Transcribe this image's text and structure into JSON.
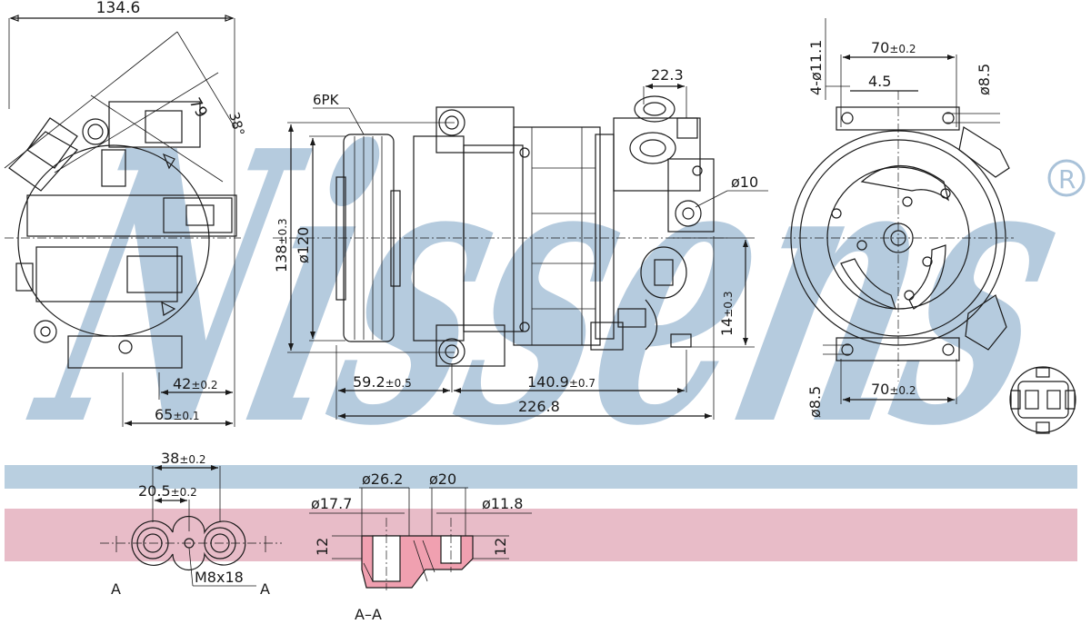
{
  "brand": {
    "watermark": "Nissens",
    "trademark": "®"
  },
  "colors": {
    "watermark": "#a9c2d9",
    "band_blue": "#b9cfe0",
    "band_pink": "#e8bcc8",
    "line": "#1a1a1a",
    "section_fill": "#f0a0b0"
  },
  "icons": {
    "registered": "registered-trademark-icon"
  },
  "side_view": {
    "width_top": "134.6",
    "angle_79": "79",
    "angle_38": "38°",
    "offset_42": "42",
    "offset_42_tol": "±0.2",
    "offset_65": "65",
    "offset_65_tol": "±0.1"
  },
  "front_view": {
    "pulley_label": "6PK",
    "height_138": "138",
    "height_138_tol": "±0.3",
    "pulley_dia": "ø120",
    "port_22_3": "22.3",
    "hole_dia_10": "ø10",
    "height_14": "14",
    "height_14_tol": "±0.3",
    "len_59_2": "59.2",
    "len_59_2_tol": "±0.5",
    "len_140_9": "140.9",
    "len_140_9_tol": "±0.7",
    "len_226_8": "226.8"
  },
  "end_view": {
    "holes_4": "4-ø11.1",
    "top_70": "70",
    "top_70_tol": "±0.2",
    "top_4_5": "4.5",
    "top_dia_8_5": "ø8.5",
    "bottom_dia_8_5": "ø8.5",
    "bottom_70": "70",
    "bottom_70_tol": "±0.2"
  },
  "port_flange": {
    "spacing_38": "38",
    "spacing_38_tol": "±0.2",
    "spacing_20_5": "20.5",
    "spacing_20_5_tol": "±0.2",
    "thread": "M8x18",
    "section_mark_left": "A",
    "section_mark_right": "A"
  },
  "section_aa": {
    "dia_26_2": "ø26.2",
    "dia_20": "ø20",
    "dia_17_7": "ø17.7",
    "dia_11_8": "ø11.8",
    "depth_left": "12",
    "depth_right": "12",
    "title": "A–A"
  }
}
